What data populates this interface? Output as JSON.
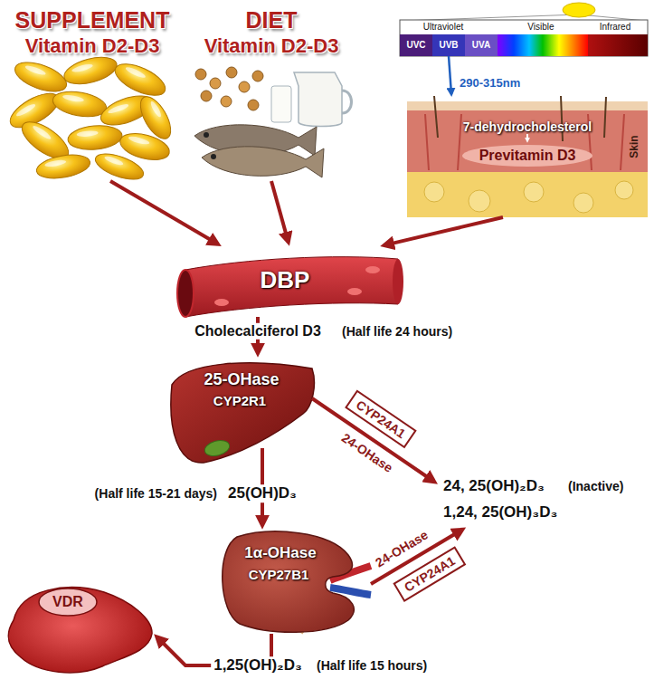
{
  "diagram": {
    "nodes": [
      {
        "text": [
          "SUPPLEMENT",
          "Vitamin D2-D3"
        ]
      },
      {
        "text": [
          "DIET",
          "Vitamin D2-D3"
        ]
      },
      {
        "text": [
          "7-dehydrocholesterol",
          "Previtamin D3",
          "Skin"
        ]
      },
      {
        "text": [
          "DBP"
        ]
      },
      {
        "text": [
          "25-OHase",
          "CYP2R1"
        ]
      },
      {
        "text": [
          "CYP24A1"
        ]
      },
      {
        "text": [
          "1α-OHase",
          "CYP27B1"
        ]
      },
      {
        "text": [
          "CYP24A1"
        ]
      },
      {
        "text": [
          "VDR"
        ]
      }
    ],
    "edges": [
      {
        "from": 0,
        "to": 3,
        "arrow": "to"
      },
      {
        "from": 1,
        "to": 3,
        "arrow": "to"
      },
      {
        "from": 2,
        "to": 3,
        "arrow": "to"
      },
      {
        "from": 3,
        "to": 4,
        "label": "Cholecalciferol D3",
        "arrow": "to"
      },
      {
        "from": 4,
        "to": 6,
        "label": "25(OH)D₃",
        "arrow": "to"
      },
      {
        "from": 6,
        "to": 8,
        "label": "1,25(OH)₂D₃",
        "arrow": "to"
      }
    ],
    "labels": [
      "Ultraviolet",
      "Visible",
      "Infrared",
      "UVC",
      "UVB",
      "UVA",
      "290-315nm",
      "(Half life 24 hours)",
      "24-OHase",
      "24, 25(OH)₂D₃",
      "(Inactive)",
      "1,24, 25(OH)₃D₃",
      "(Half life 15-21 days)",
      "24-OHase",
      "(Half life 15 hours)"
    ]
  }
}
